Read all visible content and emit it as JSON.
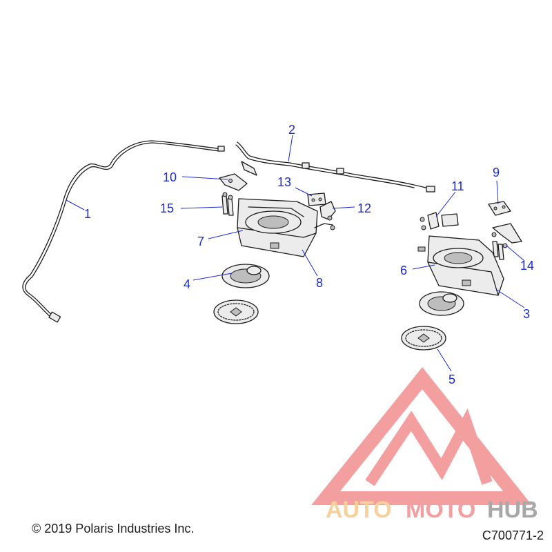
{
  "callouts": [
    {
      "id": "1",
      "label": "1"
    },
    {
      "id": "2",
      "label": "2"
    },
    {
      "id": "3",
      "label": "3"
    },
    {
      "id": "4",
      "label": "4"
    },
    {
      "id": "5",
      "label": "5"
    },
    {
      "id": "6",
      "label": "6"
    },
    {
      "id": "7",
      "label": "7"
    },
    {
      "id": "8",
      "label": "8"
    },
    {
      "id": "9",
      "label": "9"
    },
    {
      "id": "10",
      "label": "10"
    },
    {
      "id": "11",
      "label": "11"
    },
    {
      "id": "12",
      "label": "12"
    },
    {
      "id": "13",
      "label": "13"
    },
    {
      "id": "14",
      "label": "14"
    },
    {
      "id": "15",
      "label": "15"
    }
  ],
  "footer": {
    "copyright": "© 2019 Polaris Industries Inc.",
    "drawing_id": "C700771-2"
  },
  "watermark": {
    "text_auto": "AUTO",
    "text_moto": "MOTO",
    "text_hub": "HUB"
  },
  "colors": {
    "callout": "#1a2ad8",
    "line_art": "#1a1a1a",
    "watermark_red": "#f08080",
    "watermark_orange": "#f4c27a",
    "watermark_gray": "#8c8c8c"
  }
}
